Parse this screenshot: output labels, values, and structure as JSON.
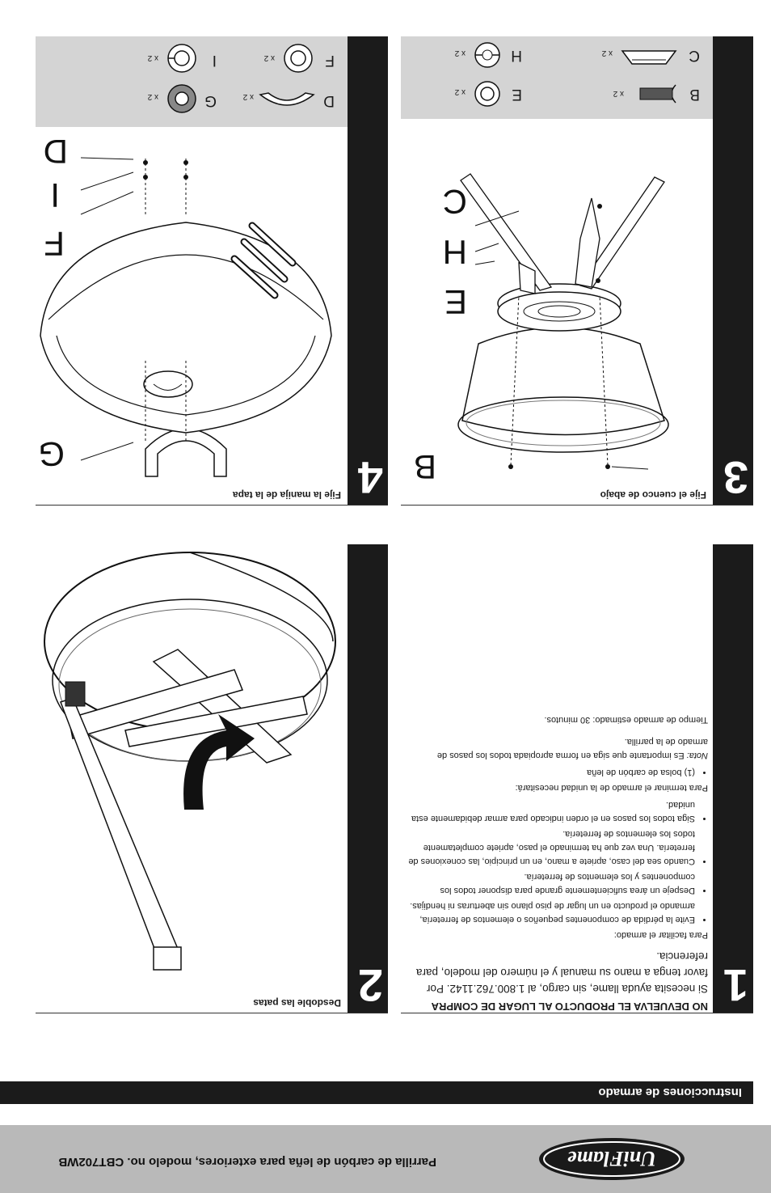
{
  "header": {
    "brand": "UniFlame",
    "model_title": "Parrilla de carbón de leña para exteriores, modelo no. CBT702WB"
  },
  "section": {
    "title": "Instrucciones de armado"
  },
  "step1": {
    "number": "1",
    "heading": "NO DEVUELVA EL PRODUCTO AL LUGAR DE COMPRA",
    "help_text": "Si necesita ayuda llame, sin cargo, al 1.800.762.1142. Por favor tenga a mano su manual y el número del modelo, para referencia.",
    "intro": "Para facilitar el armado:",
    "tips": [
      "Evite la pérdida de componentes pequeños o elementos de ferretería, armando el producto en un lugar de piso plano sin aberturas ni hendijas.",
      "Despeje un área suficientemente grande para disponer todos los componentes y los elementos de ferretería.",
      "Cuando sea del caso, apriete a mano, en un principio, las conexiones de ferretería. Una vez que ha terminado el paso, apriete completamente todos los elementos de ferretería.",
      "Siga todos los pasos en el orden indicado para armar debidamente esta unidad."
    ],
    "needs_intro": "Para terminar el armado de la unidad necesitará:",
    "needs": [
      "(1) bolsa de carbón de leña"
    ],
    "note_label": "Nota:",
    "note": " Es importante que siga en forma apropiada todos los pasos de armado de la parrilla.",
    "time": "Tiempo de armado estimado: 30 minutos."
  },
  "step2": {
    "number": "2",
    "caption": "Desdoble las patas"
  },
  "step3": {
    "number": "3",
    "caption": "Fije el cuenco de abajo",
    "parts": [
      {
        "label": "B",
        "qty": "x 2"
      },
      {
        "label": "C",
        "qty": "x 2"
      },
      {
        "label": "E",
        "qty": "x 2"
      },
      {
        "label": "H",
        "qty": "x 2"
      }
    ],
    "callouts": [
      "B",
      "C",
      "H",
      "E"
    ]
  },
  "step4": {
    "number": "4",
    "caption": "Fije la manija de la tapa",
    "parts": [
      {
        "label": "D",
        "qty": "x 2"
      },
      {
        "label": "F",
        "qty": "x 2"
      },
      {
        "label": "G",
        "qty": "x 2"
      },
      {
        "label": "I",
        "qty": "x 2"
      }
    ],
    "callouts": [
      "G",
      "D",
      "I",
      "F"
    ]
  }
}
